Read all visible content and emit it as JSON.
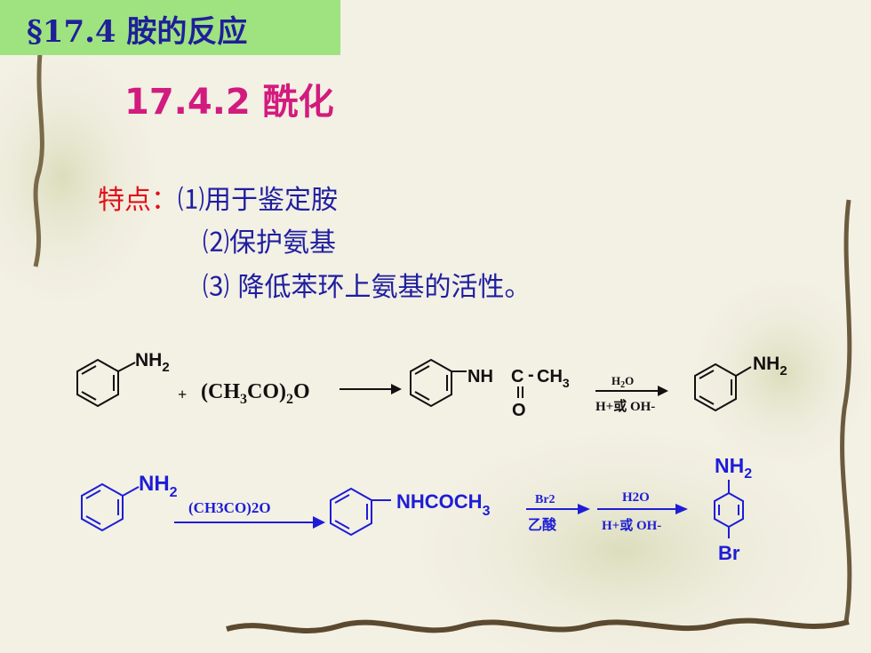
{
  "header": {
    "section_title": "§17.4   胺的反应",
    "subtitle": "17.4.2  酰化"
  },
  "features": {
    "label": "特点：",
    "items": [
      "⑴用于鉴定胺",
      "⑵保护氨基",
      "⑶ 降低苯环上氨基的活性。"
    ]
  },
  "reaction1": {
    "amine_group": "NH",
    "amine_sub": "2",
    "plus": "+",
    "reagent_a": "(CH",
    "reagent_b": "3",
    "reagent_c": "CO)",
    "reagent_d": "2",
    "reagent_e": "O",
    "amide_nh": "NH",
    "amide_c": "C",
    "amide_dash": "-",
    "amide_ch3": "CH",
    "amide_ch3_sub": "3",
    "amide_o": "O",
    "cond_top": "H",
    "cond_top_sub": "2",
    "cond_top_o": "O",
    "cond_bottom": "H+或 OH-",
    "product_group": "NH",
    "product_sub": "2"
  },
  "reaction2": {
    "amine_group": "NH",
    "amine_sub": "2",
    "cond1": "(CH3CO)2O",
    "amide": "NHCOCH",
    "amide_sub": "3",
    "cond2_top": "Br2",
    "cond2_bottom": "乙酸",
    "cond3_top": "H2O",
    "cond3_bottom": "H+或 OH-",
    "prod_top_group": "NH",
    "prod_top_sub": "2",
    "prod_bottom_group": "Br"
  },
  "colors": {
    "tab": "#9ee37f",
    "title": "#1f1f9a",
    "subtitle": "#d21b7e",
    "label": "#e0101a",
    "text": "#1e1ea0",
    "reaction2": "#1d1dd6"
  }
}
